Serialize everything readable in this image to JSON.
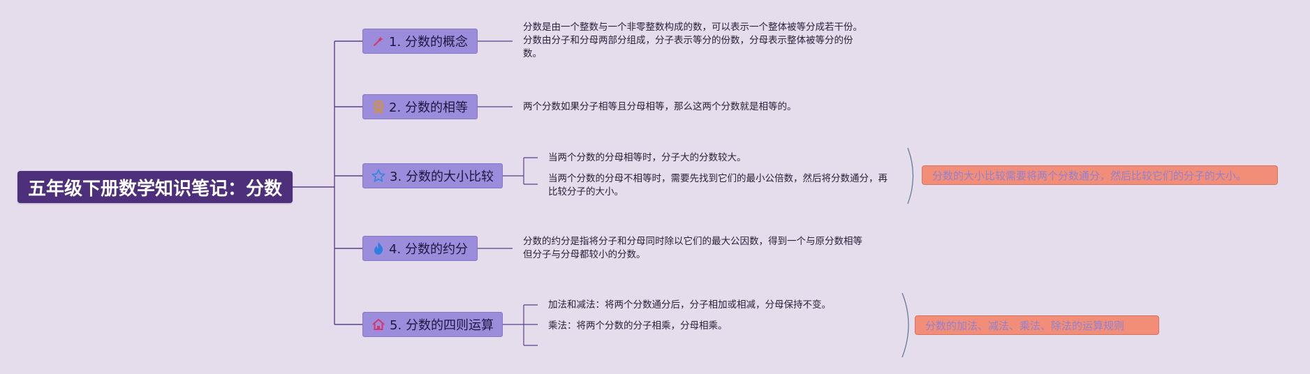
{
  "root": "五年级下册数学知识笔记：分数",
  "topics": [
    {
      "label": "1. 分数的概念",
      "icon": "magic-wand-icon",
      "notes": [
        "分数是由一个整数与一个非零整数构成的数，可以表示一个整体被等分成若干份。分数由分子和分母两部分组成，分子表示等分的份数，分母表示整体被等分的份数。"
      ]
    },
    {
      "label": "2. 分数的相等",
      "icon": "award-medal-icon",
      "notes": [
        "两个分数如果分子相等且分母相等，那么这两个分数就是相等的。"
      ]
    },
    {
      "label": "3. 分数的大小比较",
      "icon": "star-icon",
      "notes": [
        "当两个分数的分母相等时，分子大的分数较大。",
        "当两个分数的分母不相等时，需要先找到它们的最小公倍数，然后将分数通分，再比较分子的大小。"
      ],
      "summary": "分数的大小比较需要将两个分数通分，然后比较它们的分子的大小。"
    },
    {
      "label": "4. 分数的约分",
      "icon": "flame-icon",
      "notes": [
        "分数的约分是指将分子和分母同时除以它们的最大公因数，得到一个与原分数相等但分子与分母都较小的分数。"
      ]
    },
    {
      "label": "5. 分数的四则运算",
      "icon": "home-icon",
      "notes": [
        "加法和减法：将两个分数通分后，分子相加或相减，分母保持不变。",
        "乘法：将两个分数的分子相乘，分母相乘。"
      ],
      "summary": "分数的加法、减法、乘法、除法的运算规则"
    }
  ],
  "colors": {
    "background": "#e5dcec",
    "root": "#4e2f7c",
    "topic": "#9b8ddb",
    "summary": "#f28d77",
    "line": "#5b3f8a"
  }
}
